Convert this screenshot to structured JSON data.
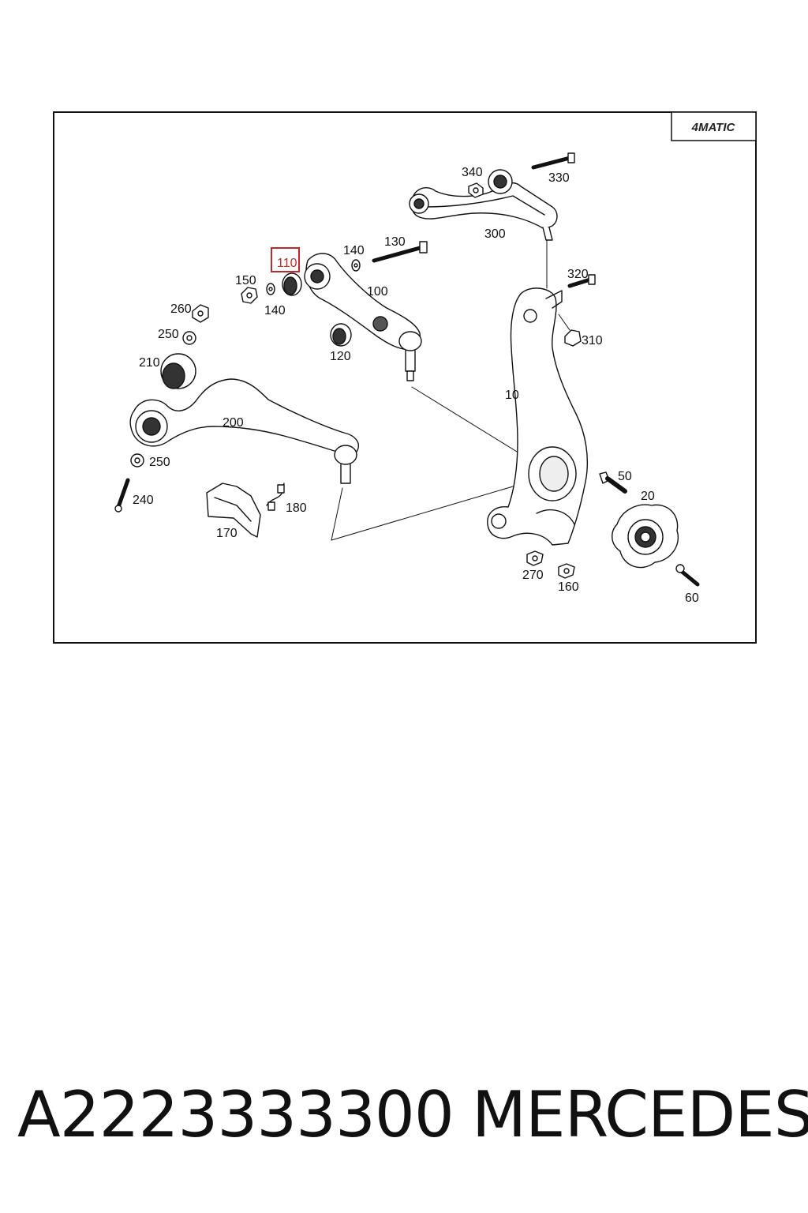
{
  "diagram": {
    "badge": "4MATIC",
    "highlight_color": "#c0282b",
    "callouts": {
      "c110": "110",
      "c140a": "140",
      "c130": "130",
      "c150": "150",
      "c100": "100",
      "c140b": "140",
      "c260": "260",
      "c250a": "250",
      "c120": "120",
      "c210": "210",
      "c200": "200",
      "c250b": "250",
      "c240": "240",
      "c180": "180",
      "c170": "170",
      "c340": "340",
      "c330": "330",
      "c300": "300",
      "c320": "320",
      "c310": "310",
      "c10": "10",
      "c50": "50",
      "c20": "20",
      "c270": "270",
      "c160": "160",
      "c60": "60"
    },
    "highlighted_part": "110"
  },
  "footer": {
    "part_number": "A2223333300",
    "brand": "MERCEDES"
  }
}
